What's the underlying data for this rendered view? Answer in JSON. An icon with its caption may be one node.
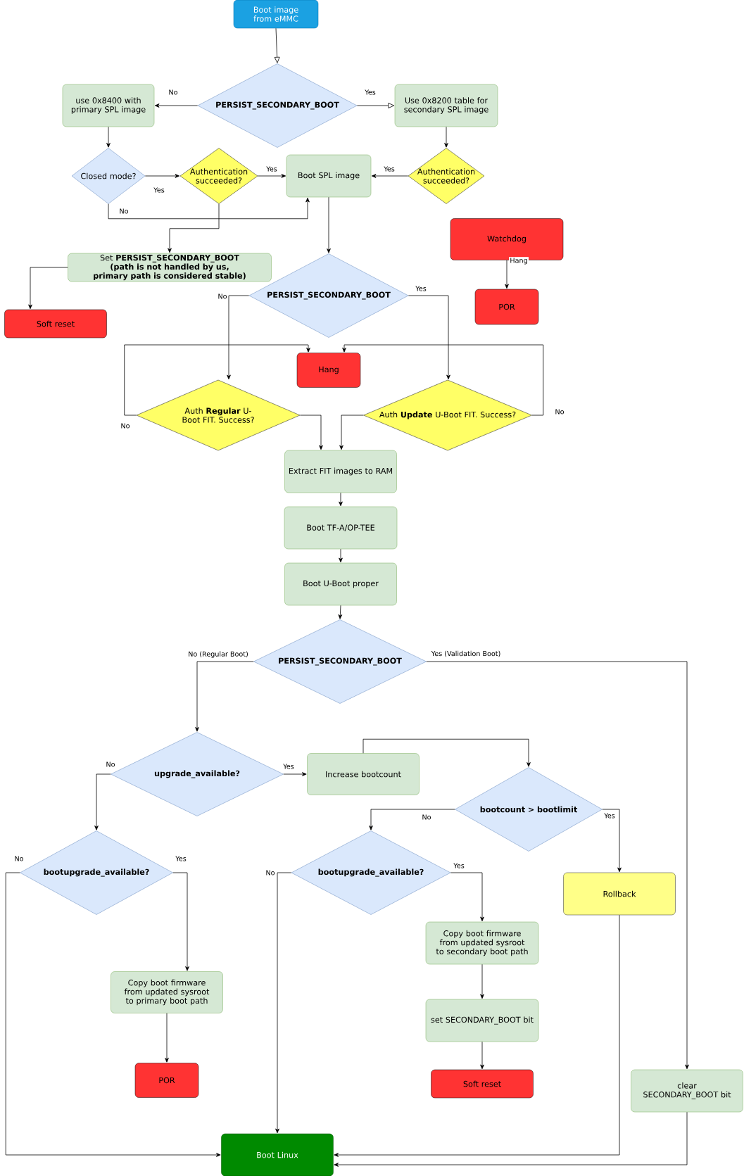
{
  "diagram": {
    "nodes": [
      {
        "text": [
          "Boot image from eMMC"
        ]
      },
      {
        "text": [
          "PERSIST_SECONDARY_BOOT"
        ]
      },
      {
        "text": [
          "use 0x8400 with primary SPL image"
        ]
      },
      {
        "text": [
          "Use 0x8200 table for secondary SPL image"
        ]
      },
      {
        "text": [
          "Closed mode?"
        ]
      },
      {
        "text": [
          "Authentication succeeded?"
        ]
      },
      {
        "text": [
          "Boot SPL image"
        ]
      },
      {
        "text": [
          "Authentication succeeded?"
        ]
      },
      {
        "text": [
          "Watchdog"
        ]
      },
      {
        "text": [
          "Set **PERSIST_SECONDARY_BOOT (path is not handled by us, primary path is considered stable)**"
        ]
      },
      {
        "text": [
          "PERSIST_SECONDARY_BOOT"
        ]
      },
      {
        "text": [
          "POR"
        ]
      },
      {
        "text": [
          "Soft reset"
        ]
      },
      {
        "text": [
          "Hang"
        ]
      },
      {
        "text": [
          "Auth **Regular** U-Boot FIT. Success?"
        ]
      },
      {
        "text": [
          "Auth **Update** U-Boot FIT. Success?"
        ]
      },
      {
        "text": [
          "Extract FIT images to RAM"
        ]
      },
      {
        "text": [
          "Boot TF-A/OP-TEE"
        ]
      },
      {
        "text": [
          "Boot U-Boot proper"
        ]
      },
      {
        "text": [
          "PERSIST_SECONDARY_BOOT"
        ]
      },
      {
        "text": [
          "upgrade_available?"
        ]
      },
      {
        "text": [
          "Increase bootcount"
        ]
      },
      {
        "text": [
          "bootcount > bootlimit"
        ]
      },
      {
        "text": [
          "bootupgrade_available?"
        ]
      },
      {
        "text": [
          "bootupgrade_available?"
        ]
      },
      {
        "text": [
          "Rollback"
        ]
      },
      {
        "text": [
          "Copy boot firmware from updated sysroot to secondary boot path"
        ]
      },
      {
        "text": [
          "Copy boot firmware from updated sysroot to primary boot path"
        ]
      },
      {
        "text": [
          "set SECONDARY_BOOT bit"
        ]
      },
      {
        "text": [
          "POR"
        ]
      },
      {
        "text": [
          "Soft reset"
        ]
      },
      {
        "text": [
          "clear SECONDARY_BOOT bit"
        ]
      },
      {
        "text": [
          "Boot Linux"
        ]
      }
    ],
    "edges": [
      {
        "from": 0,
        "to": 1,
        "arrow": "to"
      },
      {
        "from": 1,
        "to": 2,
        "arrow": "to",
        "label": "No"
      },
      {
        "from": 1,
        "to": 3,
        "arrow": "to",
        "label": "Yes"
      },
      {
        "from": 2,
        "to": 4,
        "arrow": "to"
      },
      {
        "from": 3,
        "to": 7,
        "arrow": "to"
      },
      {
        "from": 4,
        "to": 5,
        "arrow": "to",
        "label": "Yes"
      },
      {
        "from": 4,
        "to": 6,
        "arrow": "to",
        "label": "No"
      },
      {
        "from": 5,
        "to": 6,
        "arrow": "to",
        "label": "Yes"
      },
      {
        "from": 7,
        "to": 6,
        "arrow": "to",
        "label": "Yes"
      },
      {
        "from": 5,
        "to": 9,
        "arrow": "to"
      },
      {
        "from": 6,
        "to": 10,
        "arrow": "to"
      },
      {
        "from": 8,
        "to": 11,
        "arrow": "to",
        "label": "Hang"
      },
      {
        "from": 9,
        "to": 12,
        "arrow": "to"
      },
      {
        "from": 10,
        "to": 14,
        "arrow": "to",
        "label": "No"
      },
      {
        "from": 10,
        "to": 15,
        "arrow": "to",
        "label": "Yes"
      },
      {
        "from": 14,
        "to": 13,
        "arrow": "to",
        "label": "No"
      },
      {
        "from": 15,
        "to": 13,
        "arrow": "to",
        "label": "No"
      },
      {
        "from": 14,
        "to": 16,
        "arrow": "to"
      },
      {
        "from": 15,
        "to": 16,
        "arrow": "to"
      },
      {
        "from": 16,
        "to": 17,
        "arrow": "to"
      },
      {
        "from": 17,
        "to": 18,
        "arrow": "to"
      },
      {
        "from": 18,
        "to": 19,
        "arrow": "to"
      },
      {
        "from": 19,
        "to": 20,
        "arrow": "to",
        "label": "No (Regular Boot)"
      },
      {
        "from": 19,
        "to": 31,
        "arrow": "to",
        "label": "Yes (Validation Boot)"
      },
      {
        "from": 20,
        "to": 21,
        "arrow": "to",
        "label": "Yes"
      },
      {
        "from": 20,
        "to": 23,
        "arrow": "to",
        "label": "No"
      },
      {
        "from": 21,
        "to": 22,
        "arrow": "to"
      },
      {
        "from": 22,
        "to": 24,
        "arrow": "to",
        "label": "No"
      },
      {
        "from": 22,
        "to": 25,
        "arrow": "to",
        "label": "Yes"
      },
      {
        "from": 23,
        "to": 32,
        "arrow": "to",
        "label": "No"
      },
      {
        "from": 23,
        "to": 27,
        "arrow": "to",
        "label": "Yes"
      },
      {
        "from": 24,
        "to": 32,
        "arrow": "to",
        "label": "No"
      },
      {
        "from": 24,
        "to": 26,
        "arrow": "to",
        "label": "Yes"
      },
      {
        "from": 26,
        "to": 28,
        "arrow": "to"
      },
      {
        "from": 28,
        "to": 30,
        "arrow": "to"
      },
      {
        "from": 27,
        "to": 29,
        "arrow": "to"
      },
      {
        "from": 25,
        "to": 32,
        "arrow": "to"
      },
      {
        "from": 31,
        "to": 32,
        "arrow": "to"
      }
    ]
  }
}
